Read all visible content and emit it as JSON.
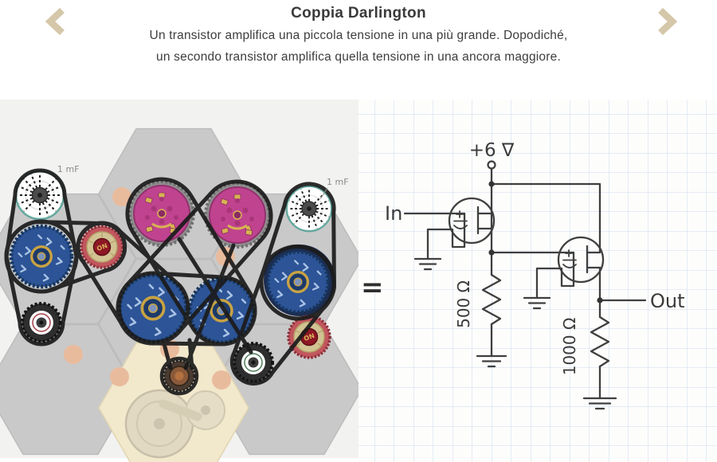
{
  "header": {
    "title": "Coppia Darlington",
    "description_line1": "Un transistor amplifica una piccola tensione in una più grande. Dopodiché,",
    "description_line2": "un secondo transistor amplifica quella tensione in una ancora maggiore."
  },
  "navigation": {
    "previous_icon": "chevron-left",
    "next_icon": "chevron-right"
  },
  "mechanical_panel": {
    "capacitor_left_label": "1 mF",
    "capacitor_right_label": "1 mF",
    "switch_left_label": "ON",
    "switch_right_label": "ON"
  },
  "circuit_panel": {
    "equals": "=",
    "supply_label": "+6 ∇",
    "input_label": "In",
    "output_label": "Out",
    "resistor_top_label": "500 Ω",
    "resistor_bottom_label": "1000 Ω"
  },
  "colors": {
    "accent": "#d5c7a9",
    "ink": "#3f3f3f",
    "grid": "#cddcec",
    "tile_gray": "#c9c9c9",
    "tile_beige": "#f2e8cc",
    "gear_magenta": "#c04390",
    "gear_blue": "#2d5496",
    "switch_red": "#c2565e",
    "capacitor_teal": "#63a89e"
  }
}
